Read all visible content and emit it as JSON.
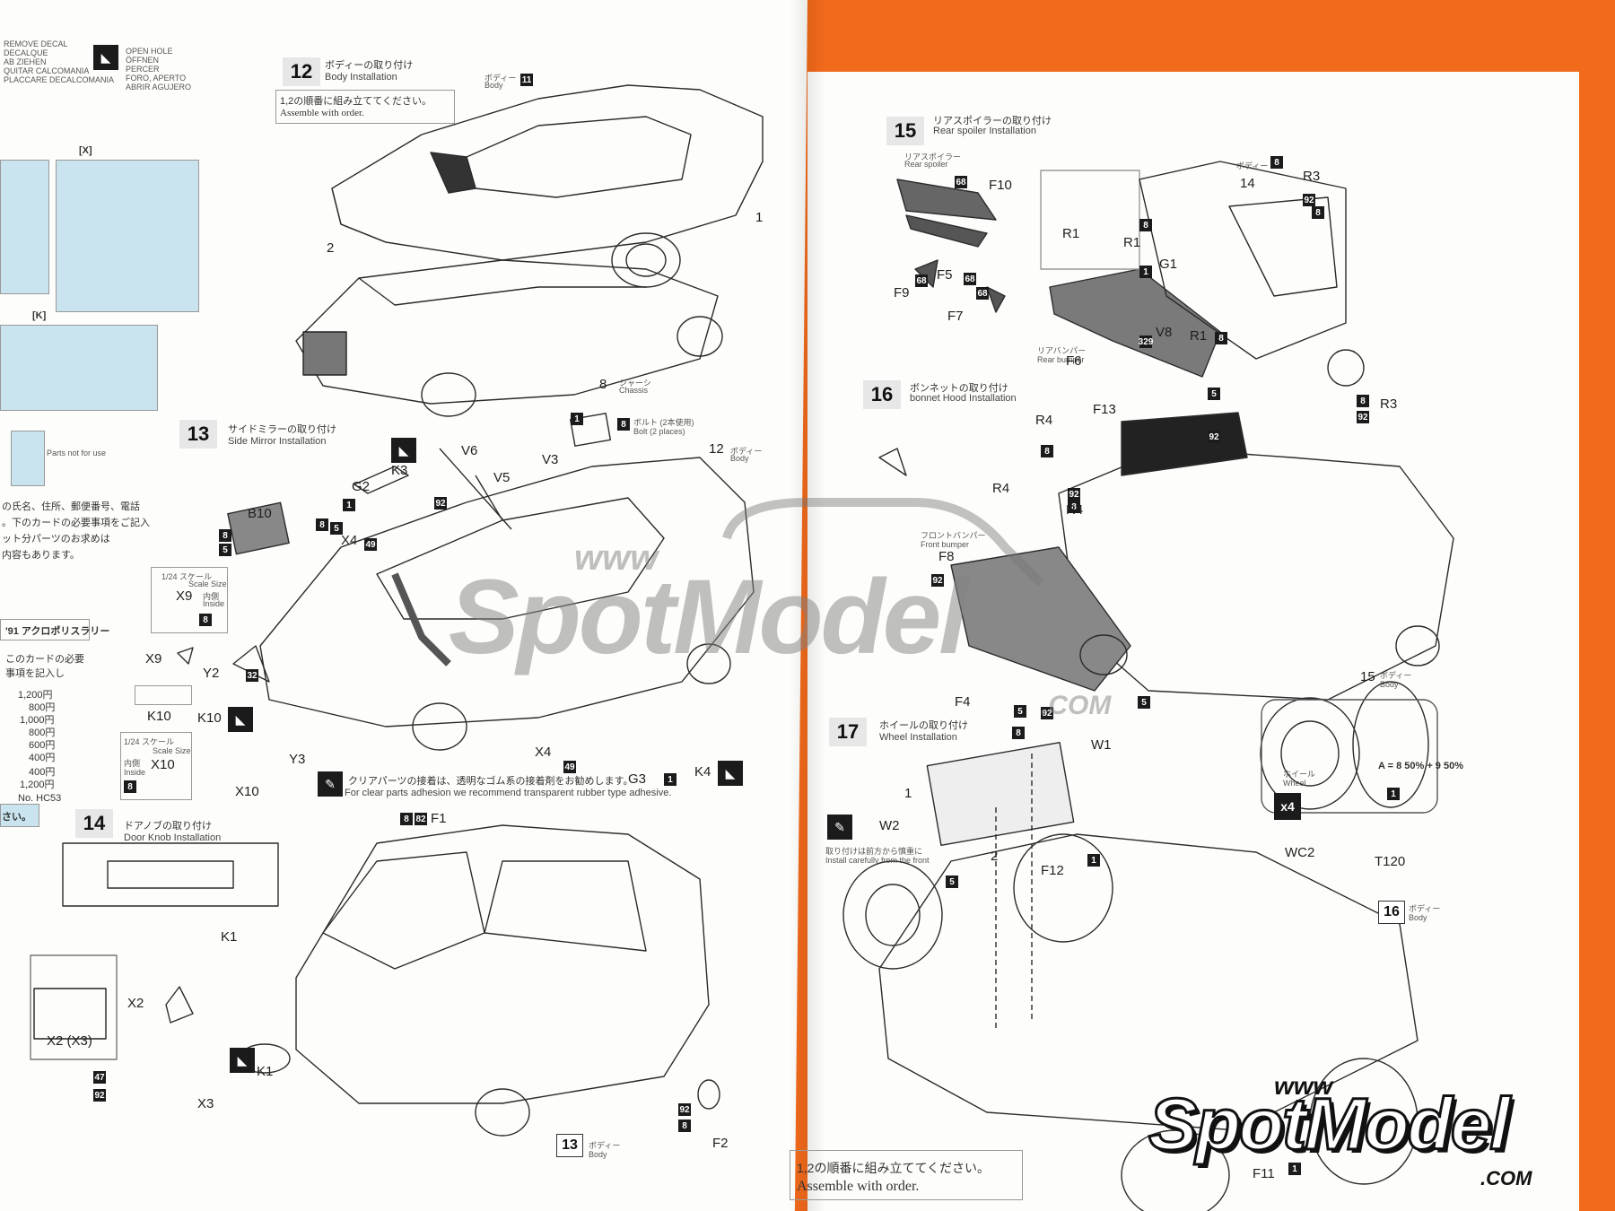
{
  "header_labels": {
    "remove_decal": [
      "REMOVE DECAL",
      "DECALQUE",
      "AB ZIEHEN",
      "QUITAR CALCOMANIA",
      "PLACCARE DECALCOMANIA"
    ],
    "open_hole": [
      "OPEN HOLE",
      "ÖFFNEN",
      "PERCER",
      "FORO, APERTO",
      "ABRIR AGUJERO"
    ]
  },
  "left_sheet": {
    "group_x": "[X]",
    "group_k": "[K]",
    "tag_x9_a": "1/24 スケール",
    "tag_scale": "Scale Size",
    "acropolis": "'91 アクロポリスラリー",
    "prices": [
      "1,200円",
      "800円",
      "1,000円",
      "800円",
      "600円",
      "400円",
      "400円",
      "1,200円"
    ],
    "hc_code": "No. HC53",
    "notice": "さい。"
  },
  "steps": [
    {
      "id": "s12",
      "num": "12",
      "jp": "ボディーの取り付け",
      "en": "Body Installation"
    },
    {
      "id": "s13",
      "num": "13",
      "jp": "サイドミラーの取り付け",
      "en": "Side Mirror Installation"
    },
    {
      "id": "s14",
      "num": "14",
      "jp": "ドアノブの取り付け",
      "en": "Door Knob Installation"
    },
    {
      "id": "s15",
      "num": "15",
      "jp": "リアスポイラーの取り付け",
      "en": "Rear spoiler Installation"
    },
    {
      "id": "s16",
      "num": "16",
      "jp": "ボンネットの取り付け",
      "en": "bonnet Hood Installation"
    },
    {
      "id": "s17",
      "num": "17",
      "jp": "ホイールの取り付け",
      "en": "Wheel Installation"
    }
  ],
  "assemble_order": {
    "jp": "1,2の順番に組み立ててください。",
    "en": "Assemble with order."
  },
  "clear_parts": {
    "jp": "クリアパーツの接着は、透明なゴム系の接着剤をお勧めします。",
    "en": "For clear parts adhesion we recommend transparent rubber type adhesive."
  },
  "step17_note": {
    "jp": "取り付けは前方から慎重に",
    "en": "Install carefully from the front"
  },
  "labels": {
    "body_jp": "ボディー",
    "body_en": "Body",
    "chassis_jp": "シャーシ",
    "chassis_en": "Chassis",
    "bolt": "ボルト (2本使用)",
    "bolt_en": "Bolt (2 places)",
    "rear_spoiler_jp": "リアスポイラー",
    "rear_spoiler_en": "Rear spoiler",
    "rear_bumper_jp": "リアバンパー",
    "rear_bumper_en": "Rear bumper",
    "front_bumper_jp": "フロントバンパー",
    "front_bumper_en": "Front bumper",
    "wheel_jp": "ホイール",
    "wheel_en": "Wheel",
    "scale_124": "1/24 スケール",
    "scale_size": "Scale Size",
    "inside_jp": "内側",
    "inside_en": "Inside",
    "mix": "A = 8 50% + 9 50%",
    "x4": "x4"
  },
  "parts": {
    "V6": "V6",
    "V5": "V5",
    "V3": "V3",
    "G2": "G2",
    "K3": "K3",
    "B10": "B10",
    "X4a": "X4",
    "X9a": "X9",
    "X9b": "X9",
    "Y2": "Y2",
    "K10a": "K10",
    "K10b": "K10",
    "X10a": "X10",
    "X10b": "X10",
    "Y3": "Y3",
    "X4b": "X4",
    "G3": "G3",
    "K4": "K4",
    "F1": "F1",
    "K1a": "K1",
    "K1b": "K1",
    "X2a": "X2",
    "X2X3": "X2 (X3)",
    "X3": "X3",
    "F2": "F2",
    "F10": "F10",
    "F9": "F9",
    "F5": "F5",
    "F7": "F7",
    "R1a": "R1",
    "R1b": "R1",
    "R1c": "R1",
    "G1": "G1",
    "V8": "V8",
    "F6": "F6",
    "R3a": "R3",
    "R3b": "R3",
    "R4a": "R4",
    "R4b": "R4",
    "R4c": "R4",
    "F13": "F13",
    "F8": "F8",
    "F4": "F4",
    "W1": "W1",
    "W2": "W2",
    "F12": "F12",
    "WC2": "WC2",
    "T120": "T120",
    "F11": "F11"
  },
  "numbers": {
    "n11": "11",
    "n8": "8",
    "n12": "12",
    "n15": "15",
    "n16": "16",
    "n13": "13",
    "n1": "1",
    "n2": "2",
    "n5": "5",
    "n14": "14",
    "n32": "32",
    "n47": "47",
    "n49": "49",
    "n68": "68",
    "n82": "82",
    "n92": "92",
    "n329": "329"
  },
  "watermark": {
    "www": "www",
    "name": "SpotModel",
    "com": ".COM"
  },
  "logo": {
    "www": "www",
    "name": "SpotModel",
    "com": ".COM"
  },
  "colors": {
    "background": "#f26a1b",
    "paper": "#fdfdfb",
    "ink": "#1b1b1b",
    "decal_blue": "#c9e4ef"
  }
}
